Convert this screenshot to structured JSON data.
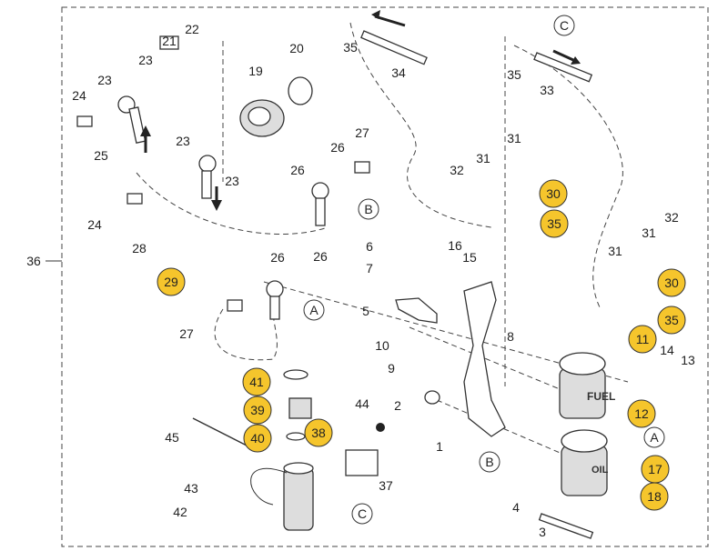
{
  "diagram": {
    "highlight_color": "#F5C52C",
    "assembly_number": "36",
    "filter_text": [
      "FUEL",
      "OIL"
    ],
    "callouts": [
      {
        "label": "36",
        "style": "plain"
      },
      {
        "label": "24",
        "style": "plain"
      },
      {
        "label": "23",
        "style": "plain"
      },
      {
        "label": "23",
        "style": "plain"
      },
      {
        "label": "21",
        "style": "plain"
      },
      {
        "label": "22",
        "style": "plain"
      },
      {
        "label": "20",
        "style": "plain"
      },
      {
        "label": "19",
        "style": "plain"
      },
      {
        "label": "25",
        "style": "plain"
      },
      {
        "label": "23",
        "style": "plain"
      },
      {
        "label": "23",
        "style": "plain"
      },
      {
        "label": "24",
        "style": "plain"
      },
      {
        "label": "28",
        "style": "plain"
      },
      {
        "label": "26",
        "style": "plain"
      },
      {
        "label": "27",
        "style": "plain"
      },
      {
        "label": "26",
        "style": "plain"
      },
      {
        "label": "B",
        "style": "circle"
      },
      {
        "label": "29",
        "style": "yellow"
      },
      {
        "label": "26",
        "style": "plain"
      },
      {
        "label": "26",
        "style": "plain"
      },
      {
        "label": "A",
        "style": "circle"
      },
      {
        "label": "27",
        "style": "plain"
      },
      {
        "label": "41",
        "style": "yellow"
      },
      {
        "label": "39",
        "style": "yellow"
      },
      {
        "label": "40",
        "style": "yellow"
      },
      {
        "label": "38",
        "style": "yellow"
      },
      {
        "label": "44",
        "style": "plain"
      },
      {
        "label": "45",
        "style": "plain"
      },
      {
        "label": "37",
        "style": "plain"
      },
      {
        "label": "43",
        "style": "plain"
      },
      {
        "label": "42",
        "style": "plain"
      },
      {
        "label": "C",
        "style": "circle"
      },
      {
        "label": "35",
        "style": "plain"
      },
      {
        "label": "34",
        "style": "plain"
      },
      {
        "label": "C",
        "style": "circle"
      },
      {
        "label": "35",
        "style": "plain"
      },
      {
        "label": "33",
        "style": "plain"
      },
      {
        "label": "32",
        "style": "plain"
      },
      {
        "label": "31",
        "style": "plain"
      },
      {
        "label": "31",
        "style": "plain"
      },
      {
        "label": "30",
        "style": "yellow"
      },
      {
        "label": "35",
        "style": "yellow"
      },
      {
        "label": "6",
        "style": "plain"
      },
      {
        "label": "7",
        "style": "plain"
      },
      {
        "label": "16",
        "style": "plain"
      },
      {
        "label": "15",
        "style": "plain"
      },
      {
        "label": "5",
        "style": "plain"
      },
      {
        "label": "10",
        "style": "plain"
      },
      {
        "label": "9",
        "style": "plain"
      },
      {
        "label": "8",
        "style": "plain"
      },
      {
        "label": "31",
        "style": "plain"
      },
      {
        "label": "31",
        "style": "plain"
      },
      {
        "label": "32",
        "style": "plain"
      },
      {
        "label": "30",
        "style": "yellow"
      },
      {
        "label": "35",
        "style": "yellow"
      },
      {
        "label": "11",
        "style": "yellow"
      },
      {
        "label": "14",
        "style": "plain"
      },
      {
        "label": "13",
        "style": "plain"
      },
      {
        "label": "12",
        "style": "yellow"
      },
      {
        "label": "A",
        "style": "circle"
      },
      {
        "label": "17",
        "style": "yellow"
      },
      {
        "label": "2",
        "style": "plain"
      },
      {
        "label": "1",
        "style": "plain"
      },
      {
        "label": "B",
        "style": "circle"
      },
      {
        "label": "18",
        "style": "yellow"
      },
      {
        "label": "4",
        "style": "plain"
      },
      {
        "label": "3",
        "style": "plain"
      }
    ]
  }
}
